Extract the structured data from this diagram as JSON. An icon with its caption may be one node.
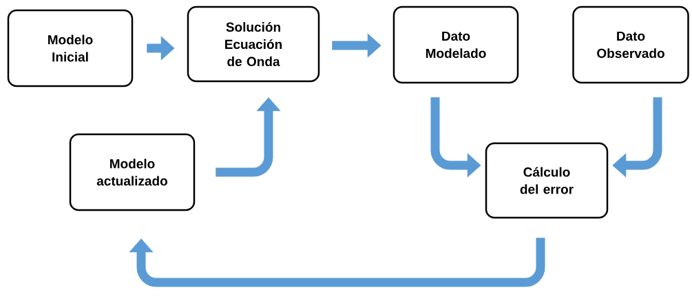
{
  "diagram": {
    "nodes": [
      {
        "text": [
          "Modelo Inicial"
        ]
      },
      {
        "text": [
          "Solución Ecuación de Onda"
        ]
      },
      {
        "text": [
          "Dato Modelado"
        ]
      },
      {
        "text": [
          "Dato Observado"
        ]
      },
      {
        "text": [
          "Modelo actualizado"
        ]
      },
      {
        "text": [
          "Cálculo del error"
        ]
      }
    ],
    "edges": [
      {
        "from": 0,
        "to": 1,
        "arrow": "to"
      },
      {
        "from": 1,
        "to": 2,
        "arrow": "to"
      },
      {
        "from": 2,
        "to": 5,
        "arrow": "to"
      },
      {
        "from": 3,
        "to": 5,
        "arrow": "to"
      },
      {
        "from": 5,
        "to": 4,
        "arrow": "to"
      },
      {
        "from": 4,
        "to": 1,
        "arrow": "to"
      }
    ]
  }
}
